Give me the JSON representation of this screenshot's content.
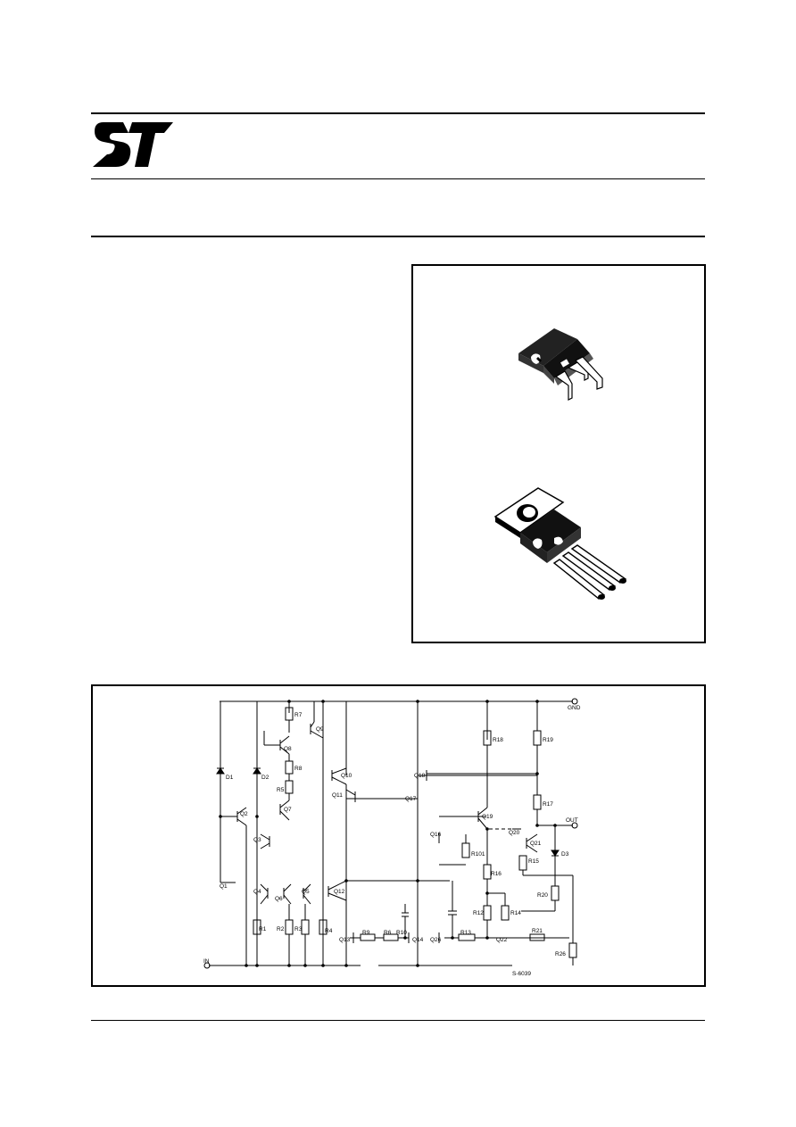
{
  "header": {
    "logo": "st-logo-icon"
  },
  "packages": {
    "images": [
      "d2pak-package-icon",
      "to-220-package-icon"
    ]
  },
  "schematic": {
    "labels": {
      "gnd": "GND",
      "out": "OUT",
      "in": "IN",
      "code": "S-6039",
      "d1": "D1",
      "d2": "D2",
      "d3": "D3",
      "q1": "Q1",
      "q2": "Q2",
      "q3": "Q3",
      "q4": "Q4",
      "q5": "Q5",
      "q6": "Q6",
      "q7": "Q7",
      "q8": "Q8",
      "q9": "Q9",
      "q10": "Q10",
      "q11": "Q11",
      "q12": "Q12",
      "q13": "Q13",
      "q14": "Q14",
      "q16": "Q16",
      "q17": "Q17",
      "q18": "Q18",
      "q19": "Q19",
      "q20": "Q20",
      "q21": "Q21",
      "q22": "Q22",
      "q26": "Q26",
      "r1": "R1",
      "r2": "R2",
      "r3": "R3",
      "r4": "R4",
      "r5": "R5",
      "r6": "R6",
      "r7": "R7",
      "r8": "R8",
      "r9": "R9",
      "r10": "R10",
      "r12": "R12",
      "r13": "R13",
      "r14": "R14",
      "r15": "R15",
      "r16": "R16",
      "r17": "R17",
      "r18": "R18",
      "r19": "R19",
      "r20": "R20",
      "r21": "R21",
      "r26": "R26",
      "r101": "R101"
    }
  }
}
